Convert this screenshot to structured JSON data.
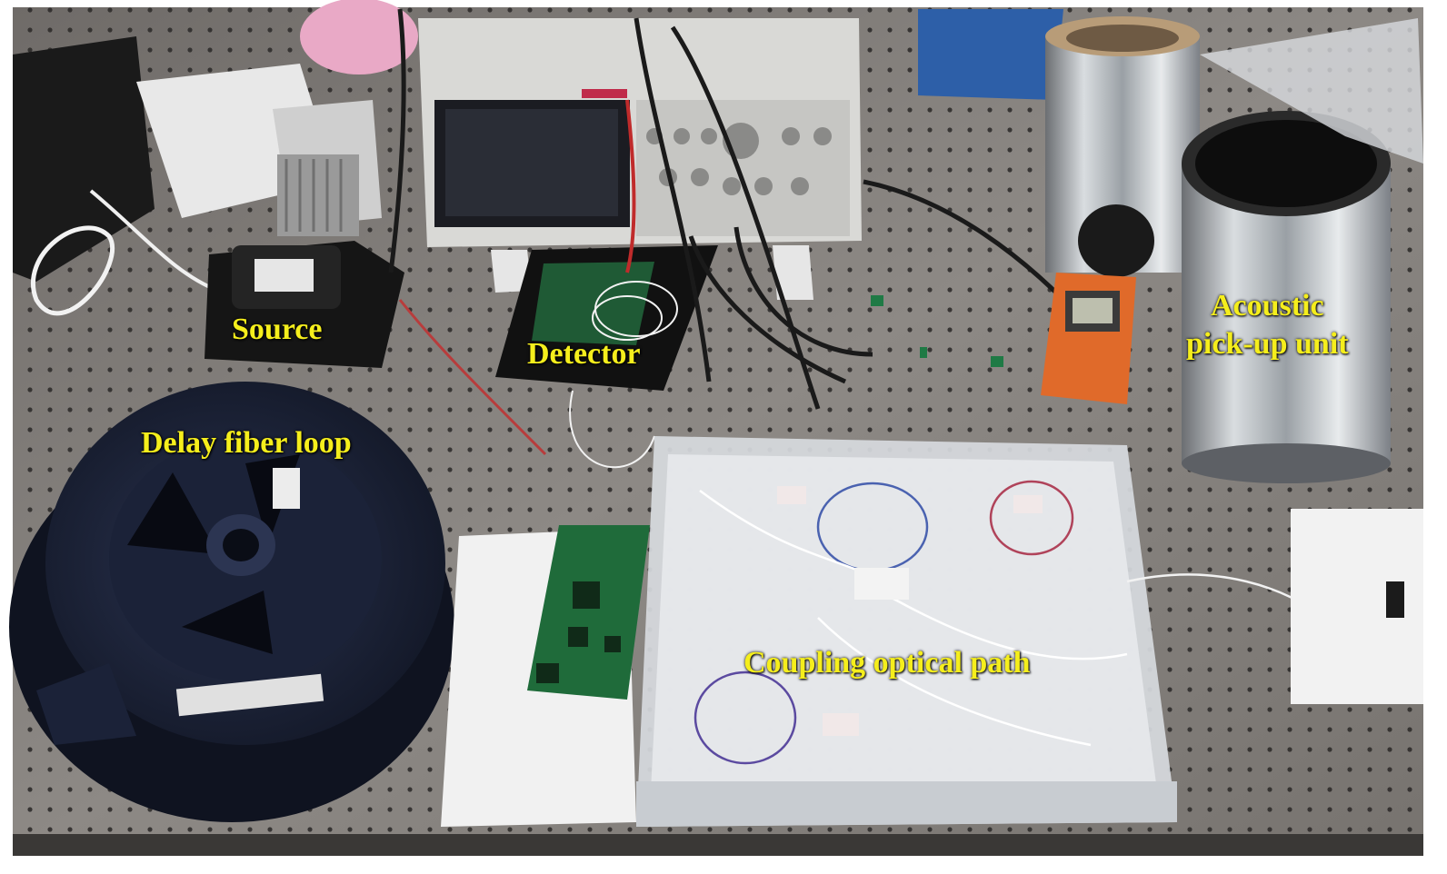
{
  "labels": {
    "source": "Source",
    "detector": "Detector",
    "delay_fiber_loop": "Delay fiber loop",
    "coupling_optical_path": "Coupling optical path",
    "acoustic_line1": "Acoustic",
    "acoustic_line2": "pick-up unit"
  },
  "colors": {
    "label_text": "#f5ee1c",
    "optical_table": "#8a8580",
    "fiber_spool": "#1c2238",
    "pcb": "#1f6b3a"
  }
}
